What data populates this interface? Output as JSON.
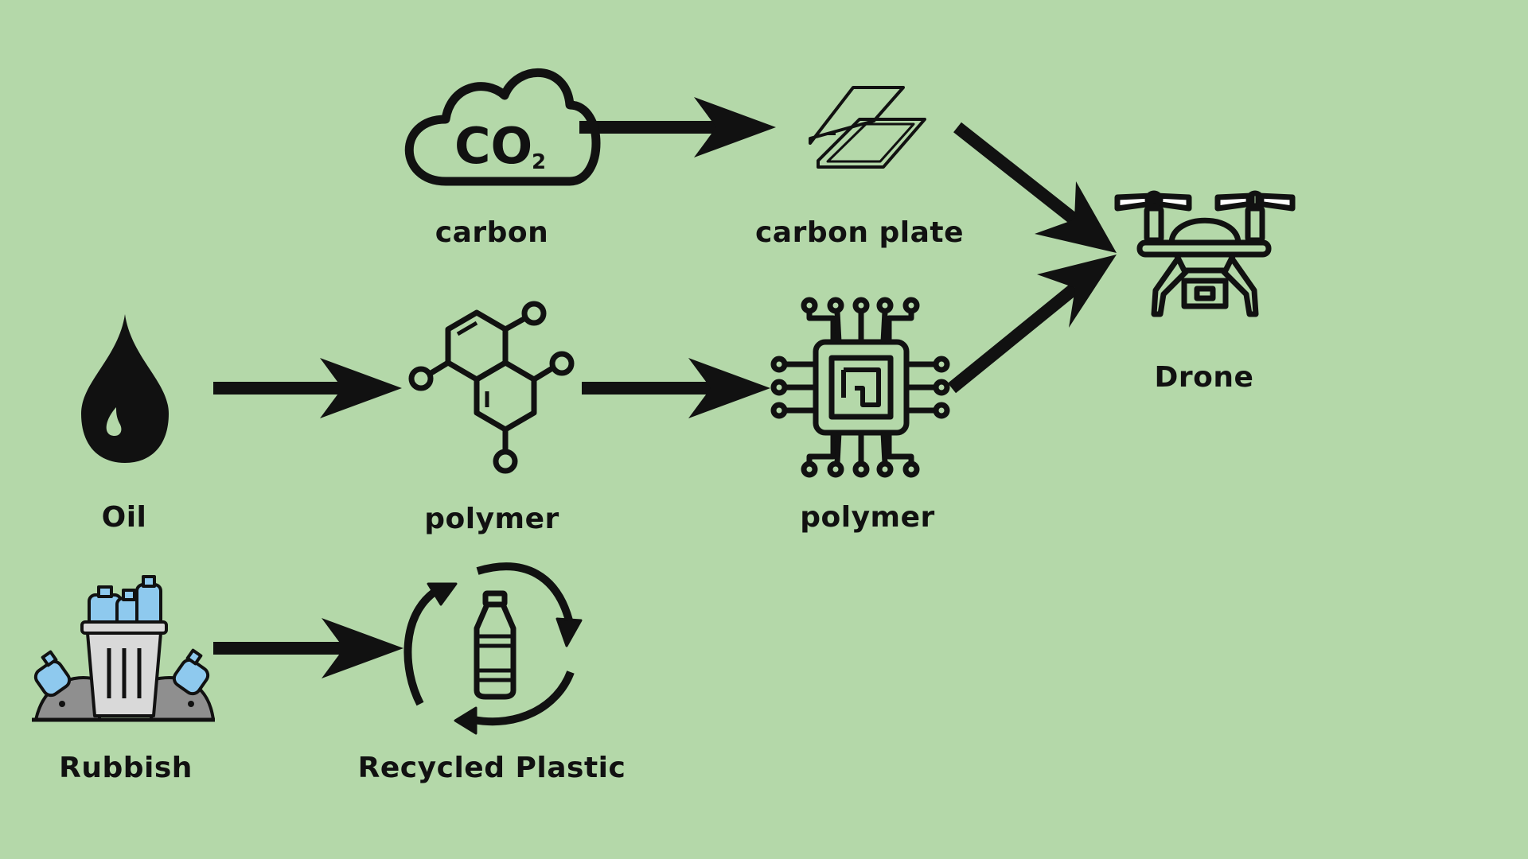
{
  "nodes": {
    "carbon": {
      "label": "carbon",
      "icon": "co2-cloud-icon"
    },
    "carbon_plate": {
      "label": "carbon plate",
      "icon": "carbon-plate-icon"
    },
    "drone": {
      "label": "Drone",
      "icon": "drone-icon"
    },
    "oil": {
      "label": "Oil",
      "icon": "oil-drop-icon"
    },
    "polymer_molecule": {
      "label": "polymer",
      "icon": "molecule-icon"
    },
    "polymer_chip": {
      "label": "polymer",
      "icon": "chip-icon"
    },
    "rubbish": {
      "label": "Rubbish",
      "icon": "rubbish-bin-icon"
    },
    "recycled_plastic": {
      "label": "Recycled Plastic",
      "icon": "recycle-bottle-icon"
    }
  },
  "flows": [
    {
      "from": "carbon",
      "to": "carbon_plate"
    },
    {
      "from": "carbon_plate",
      "to": "drone"
    },
    {
      "from": "oil",
      "to": "polymer_molecule"
    },
    {
      "from": "polymer_molecule",
      "to": "polymer_chip"
    },
    {
      "from": "polymer_chip",
      "to": "drone"
    },
    {
      "from": "rubbish",
      "to": "recycled_plastic"
    }
  ],
  "colors": {
    "background": "#b4d8a9",
    "ink": "#111111",
    "bottle_blue": "#8ec9ee",
    "bin_grey": "#d9d9d9",
    "mound_grey": "#8f8f8f"
  }
}
